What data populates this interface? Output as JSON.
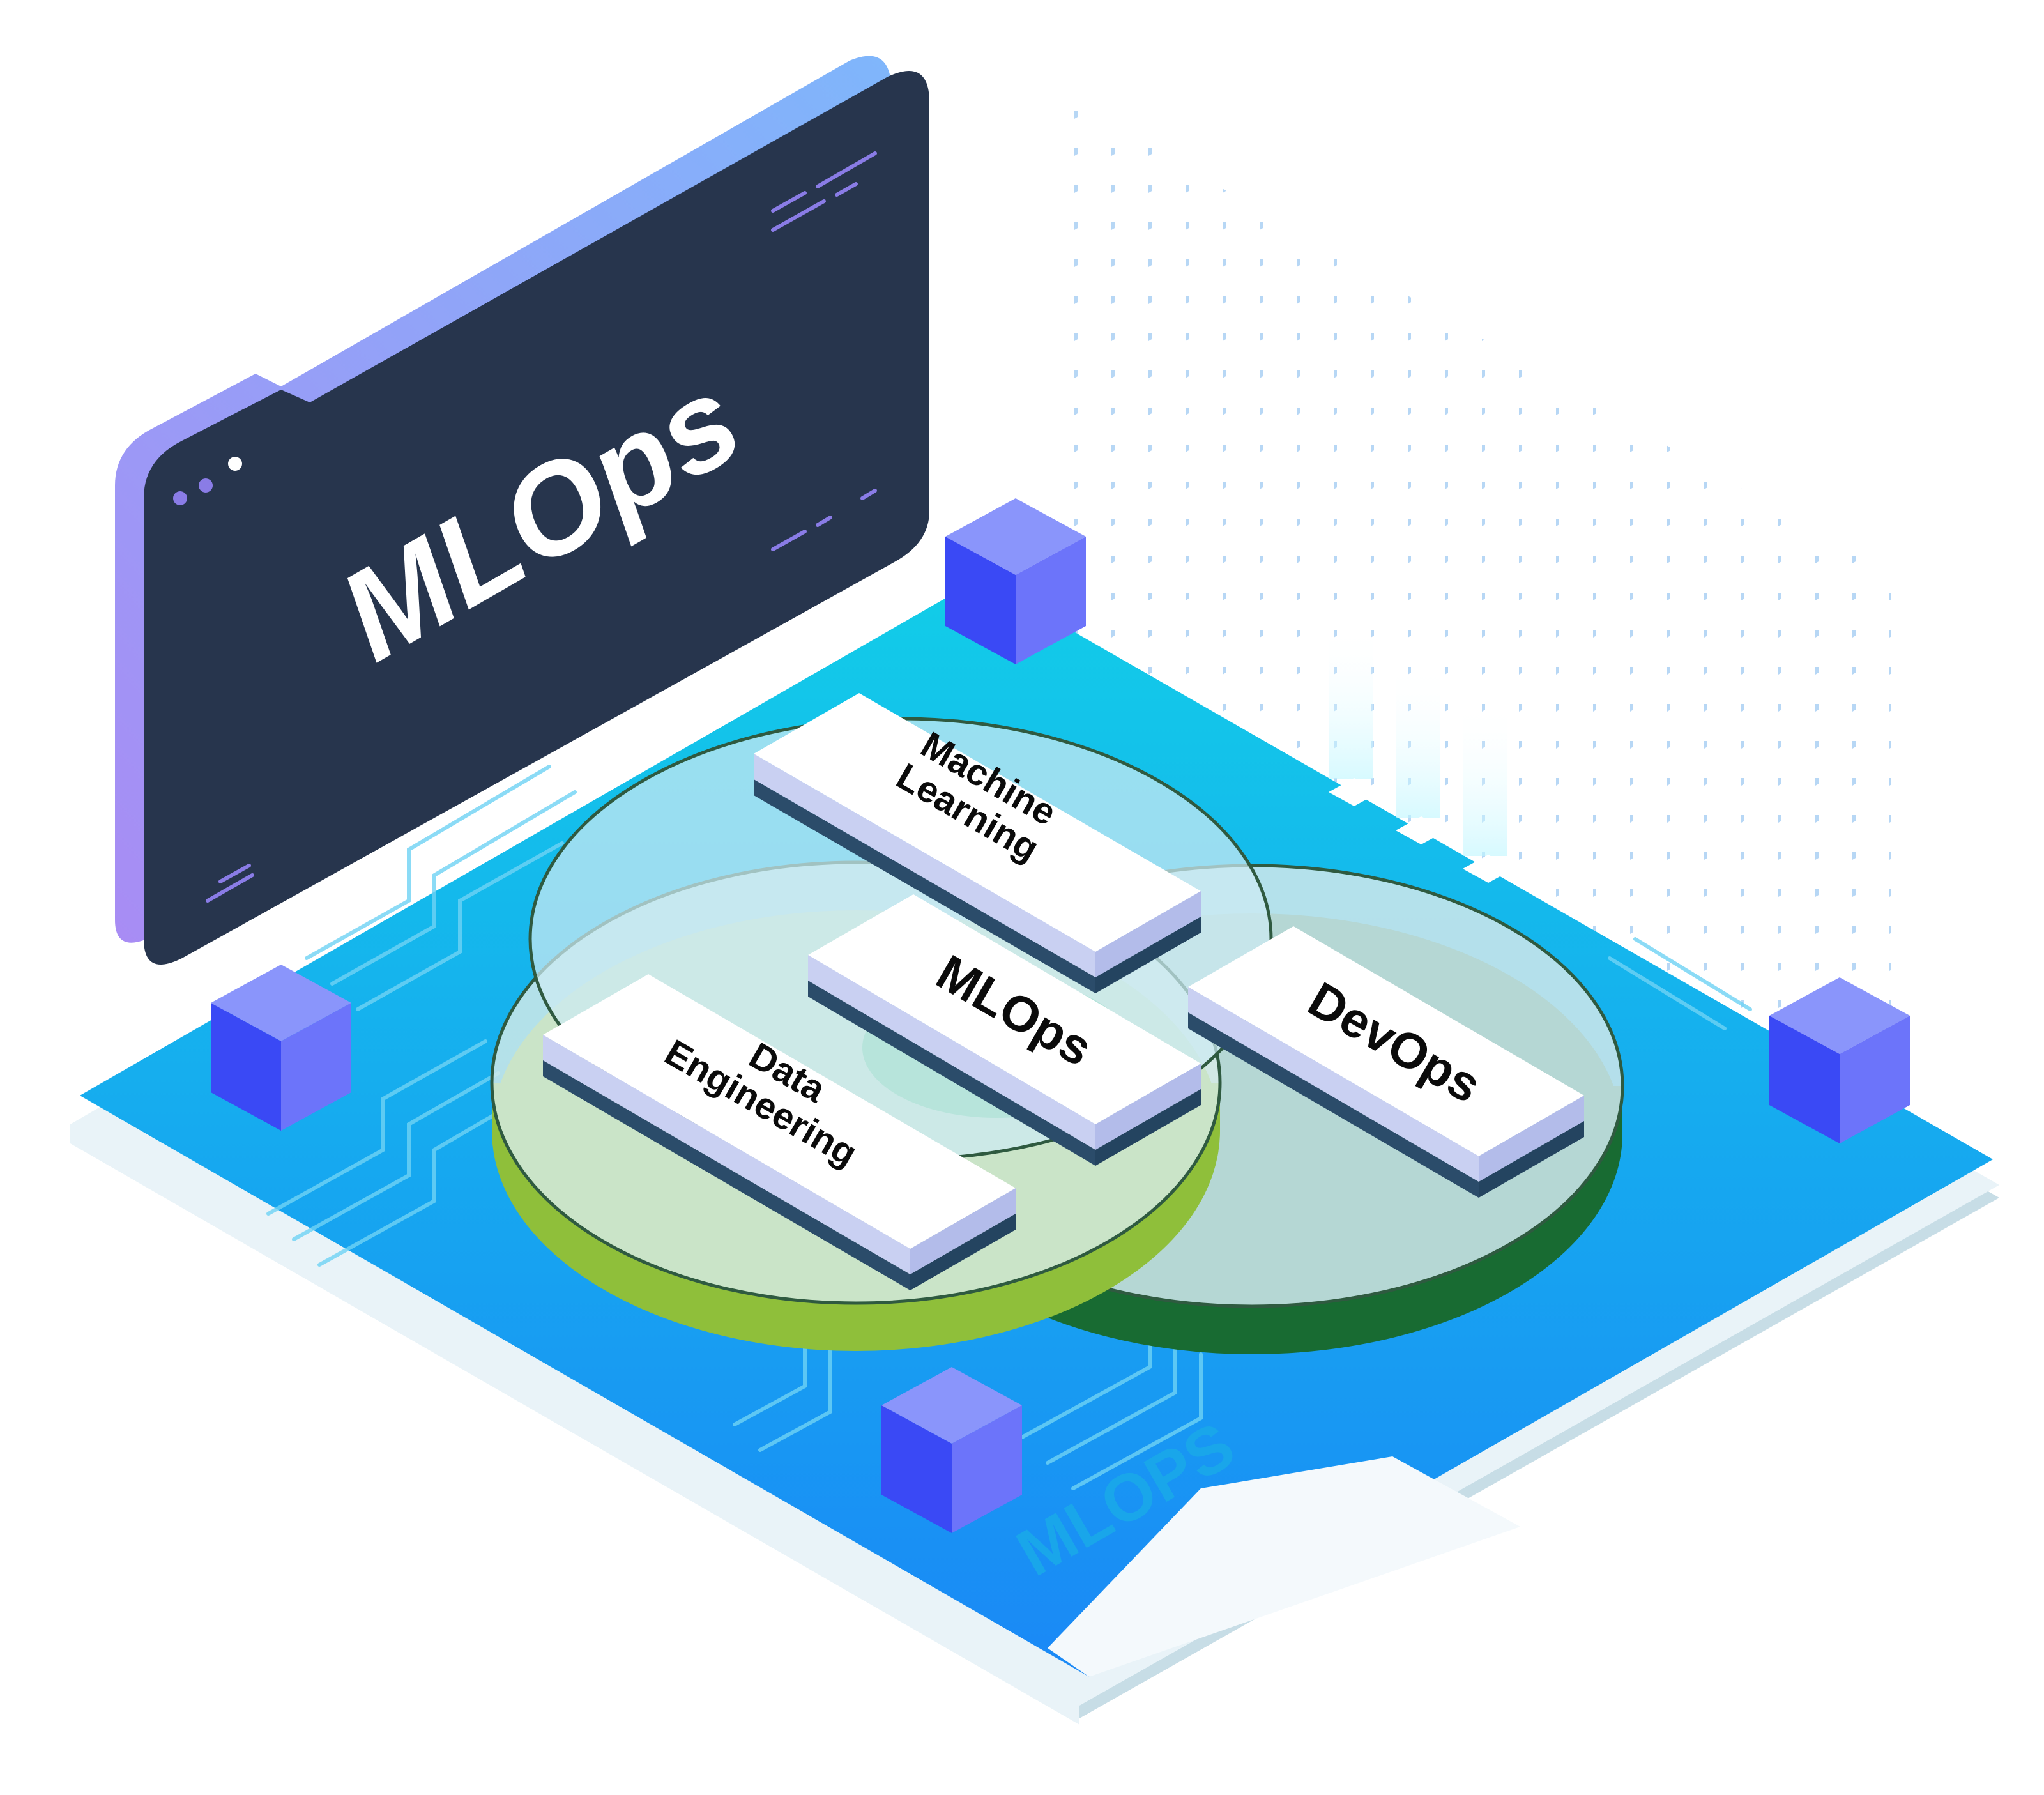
{
  "panel": {
    "title": "MLOps"
  },
  "venn": {
    "machine_learning": [
      "Machine",
      "Learning"
    ],
    "data_engineering": [
      "Data",
      "Engineering"
    ],
    "devops": "DevOps",
    "center": "MLOps"
  },
  "board": {
    "brand_label": "MLOPS"
  },
  "colors": {
    "board_top": "#10b6e6",
    "board_bottom": "#1a8cf5",
    "panel_dark": "#27354d",
    "panel_edge": "#a58cf5",
    "cube_dark": "#3a49f5",
    "cube_light": "#6c74fa",
    "green_light": "#8fbf3a",
    "green_dark": "#186b32",
    "brand_text": "#19a6ea"
  }
}
